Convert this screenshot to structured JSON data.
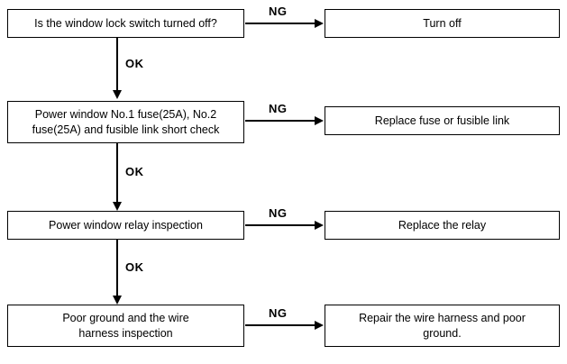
{
  "flowchart": {
    "ng_label": "NG",
    "ok_label": "OK",
    "rows": [
      {
        "question": "Is the window lock switch turned off?",
        "action": "Turn off"
      },
      {
        "question": "Power window No.1 fuse(25A), No.2\nfuse(25A) and fusible link short check",
        "action": "Replace fuse or fusible link"
      },
      {
        "question": "Power window relay inspection",
        "action": "Replace the relay"
      },
      {
        "question": "Poor ground and the wire\nharness inspection",
        "action": "Repair the wire harness and poor\nground."
      }
    ],
    "colors": {
      "line": "#000000",
      "box_border": "#000000",
      "background": "#ffffff",
      "text": "#000000"
    }
  }
}
